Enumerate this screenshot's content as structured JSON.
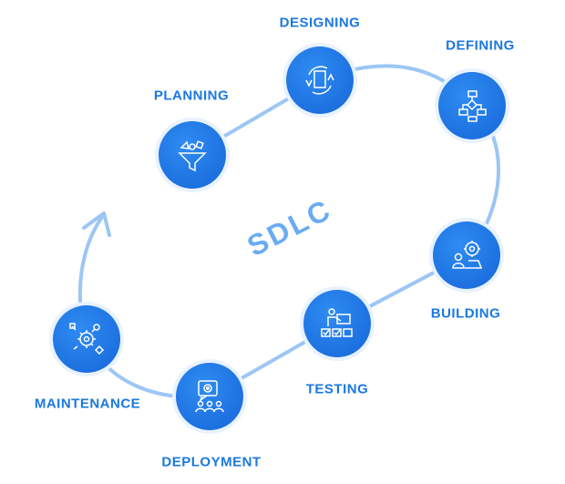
{
  "center_label": "SDLC",
  "colors": {
    "accent": "#1a78e0",
    "path": "#9cc6f4",
    "node": "#1f74e4"
  },
  "stages": [
    {
      "id": "planning",
      "label": "PLANNING",
      "icon": "funnel-icon"
    },
    {
      "id": "designing",
      "label": "DESIGNING",
      "icon": "document-cycle-icon"
    },
    {
      "id": "defining",
      "label": "DEFINING",
      "icon": "flowchart-icon"
    },
    {
      "id": "building",
      "label": "BUILDING",
      "icon": "developer-gear-icon"
    },
    {
      "id": "testing",
      "label": "TESTING",
      "icon": "checklist-presenter-icon"
    },
    {
      "id": "deployment",
      "label": "DEPLOYMENT",
      "icon": "team-chat-gear-icon"
    },
    {
      "id": "maintenance",
      "label": "MAINTENANCE",
      "icon": "gear-network-icon"
    }
  ]
}
